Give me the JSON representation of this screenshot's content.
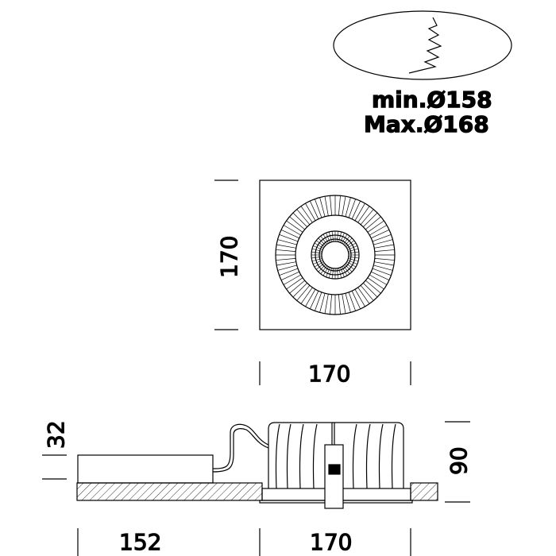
{
  "cutout": {
    "min_label": "min.Ø158",
    "max_label": "Max.Ø168"
  },
  "top_view": {
    "height_dim": "170",
    "width_dim": "170"
  },
  "side_view": {
    "driver_height_dim": "32",
    "fixture_height_dim": "90",
    "driver_width_dim": "152",
    "fixture_width_dim": "170"
  },
  "colors": {
    "line": "#000000",
    "background": "#ffffff"
  }
}
